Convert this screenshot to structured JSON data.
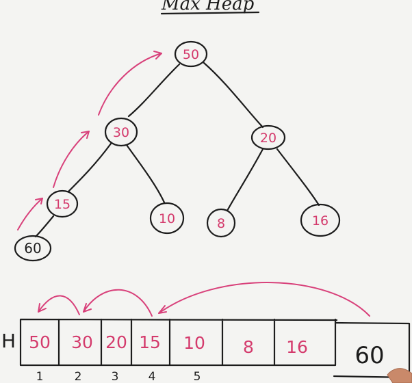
{
  "title": "Max Heap",
  "array_label": "H",
  "tree": {
    "nodes": [
      {
        "id": "n50",
        "value": "50",
        "color": "red"
      },
      {
        "id": "n30",
        "value": "30",
        "color": "red"
      },
      {
        "id": "n20",
        "value": "20",
        "color": "red"
      },
      {
        "id": "n15",
        "value": "15",
        "color": "red"
      },
      {
        "id": "n10",
        "value": "10",
        "color": "red"
      },
      {
        "id": "n8",
        "value": "8",
        "color": "red"
      },
      {
        "id": "n16",
        "value": "16",
        "color": "red"
      },
      {
        "id": "n60",
        "value": "60",
        "color": "black"
      }
    ],
    "edges": [
      [
        "n50",
        "n30"
      ],
      [
        "n50",
        "n20"
      ],
      [
        "n30",
        "n15"
      ],
      [
        "n30",
        "n10"
      ],
      [
        "n20",
        "n8"
      ],
      [
        "n20",
        "n16"
      ],
      [
        "n15",
        "n60"
      ]
    ],
    "sift_up_path": [
      "n60",
      "n15",
      "n30",
      "n50"
    ]
  },
  "array": {
    "cells": [
      {
        "value": "50",
        "color": "red"
      },
      {
        "value": "30",
        "color": "red"
      },
      {
        "value": "20",
        "color": "red"
      },
      {
        "value": "15",
        "color": "red"
      },
      {
        "value": "10",
        "color": "red"
      },
      {
        "value": "8",
        "color": "red"
      },
      {
        "value": "16",
        "color": "red"
      },
      {
        "value": "60",
        "color": "black"
      }
    ],
    "indices": [
      "1",
      "2",
      "3",
      "4",
      "5"
    ],
    "compare_path": [
      8,
      4,
      2,
      1
    ]
  },
  "colors": {
    "ink": "#1c1c1c",
    "red": "#d43a6c",
    "arrow": "#d8407a"
  }
}
